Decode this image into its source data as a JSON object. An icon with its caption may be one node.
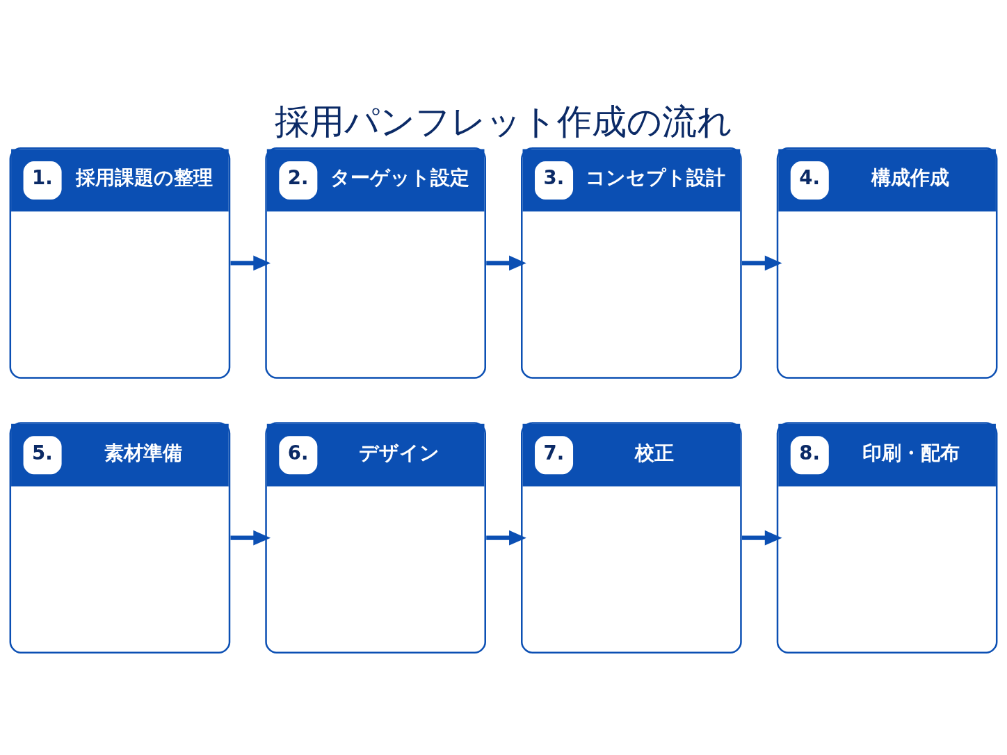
{
  "diagram": {
    "title": "採用パンフレット作成の流れ",
    "nodes": [
      {
        "text": [
          "1.",
          "採用課題の整理"
        ]
      },
      {
        "text": [
          "2.",
          "ターゲット設定"
        ]
      },
      {
        "text": [
          "3.",
          "コンセプト設計"
        ]
      },
      {
        "text": [
          "4.",
          "構成作成"
        ]
      },
      {
        "text": [
          "5.",
          "素材準備"
        ]
      },
      {
        "text": [
          "6.",
          "デザイン"
        ]
      },
      {
        "text": [
          "7.",
          "校正"
        ]
      },
      {
        "text": [
          "8.",
          "印刷・配布"
        ]
      }
    ],
    "edges": [
      {
        "from": 0,
        "to": 1,
        "arrow": "to"
      },
      {
        "from": 1,
        "to": 2,
        "arrow": "to"
      },
      {
        "from": 2,
        "to": 3,
        "arrow": "to"
      },
      {
        "from": 4,
        "to": 5,
        "arrow": "to"
      },
      {
        "from": 5,
        "to": 6,
        "arrow": "to"
      },
      {
        "from": 6,
        "to": 7,
        "arrow": "to"
      }
    ]
  }
}
